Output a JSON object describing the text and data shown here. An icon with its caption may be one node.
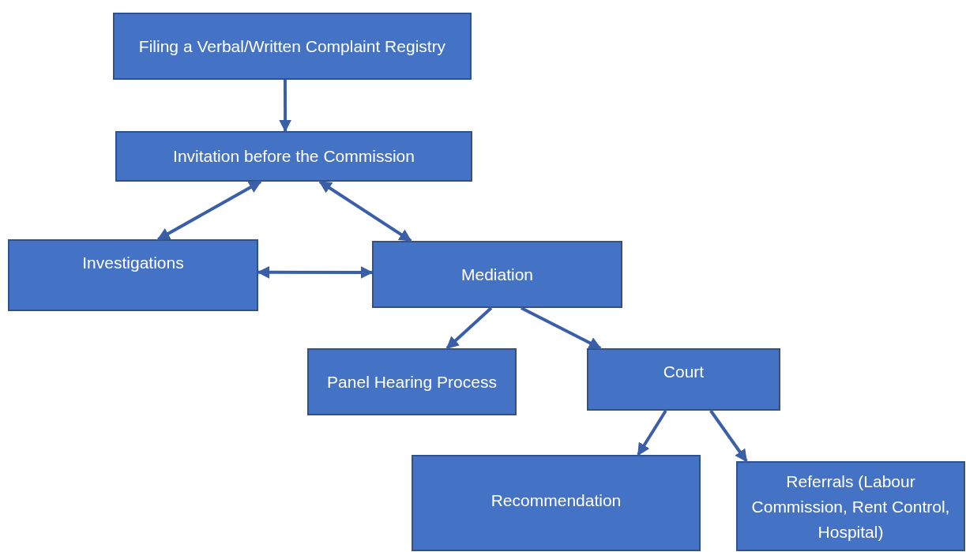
{
  "diagram": {
    "nodes": [
      {
        "text": [
          "Filing a Verbal/Written Complaint Registry"
        ]
      },
      {
        "text": [
          "Invitation before the Commission"
        ]
      },
      {
        "text": [
          "Investigations"
        ]
      },
      {
        "text": [
          "Mediation"
        ]
      },
      {
        "text": [
          "Panel Hearing Process"
        ]
      },
      {
        "text": [
          "Court"
        ]
      },
      {
        "text": [
          "Recommendation"
        ]
      },
      {
        "text": [
          "Referrals (Labour Commission, Rent Control, Hospital)"
        ]
      }
    ],
    "edges": [
      {
        "from": 0,
        "to": 1,
        "arrow": "to"
      },
      {
        "from": 1,
        "to": 2,
        "arrow": "both"
      },
      {
        "from": 1,
        "to": 3,
        "arrow": "both"
      },
      {
        "from": 2,
        "to": 3,
        "arrow": "both"
      },
      {
        "from": 3,
        "to": 4,
        "arrow": "to"
      },
      {
        "from": 3,
        "to": 5,
        "arrow": "to"
      },
      {
        "from": 5,
        "to": 6,
        "arrow": "to"
      },
      {
        "from": 5,
        "to": 7,
        "arrow": "to"
      }
    ]
  }
}
